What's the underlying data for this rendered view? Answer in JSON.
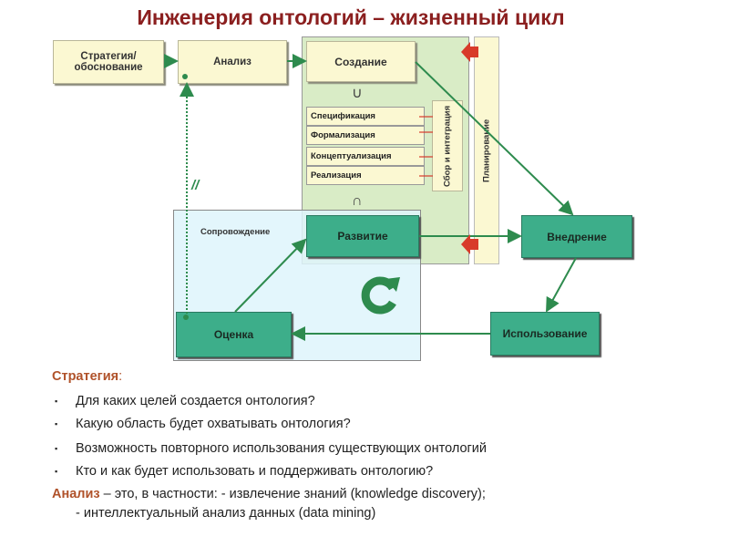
{
  "title": "Инженерия онтологий – жизненный цикл",
  "diagram": {
    "strategy": "Стратегия/ обоснование",
    "analysis": "Анализ",
    "creation": "Создание",
    "union_symbol": "∪",
    "intersection_symbol": "∩",
    "sub_steps": [
      "Спецификация",
      "Формализация",
      "Концептуализация",
      "Реализация"
    ],
    "collection": "Сбор и интеграция",
    "planning": "Планирование",
    "maintenance": "Сопровождение",
    "development": "Развитие",
    "deployment": "Внедрение",
    "usage": "Использование",
    "evaluation": "Оценка",
    "parallel_mark": "//",
    "colors": {
      "teal": "#3dae8a",
      "yellow": "#fbf8d2",
      "arrow": "#2e8b4e",
      "red": "#d83a2a",
      "title": "#8b1f1f"
    }
  },
  "text": {
    "strategy_label": "Стратегия",
    "colon": ":",
    "bullets": [
      "Для каких целей создается онтология?",
      "Какую область будет охватывать онтология?",
      "Возможность повторного использования существующих онтологий",
      "Кто и как будет использовать и поддерживать онтологию?"
    ],
    "analysis_label": "Анализ",
    "analysis_text": " – это, в частности: - извлечение знаний (knowledge discovery);",
    "analysis_text2": "- интеллектуальный анализ данных (data mining)"
  }
}
